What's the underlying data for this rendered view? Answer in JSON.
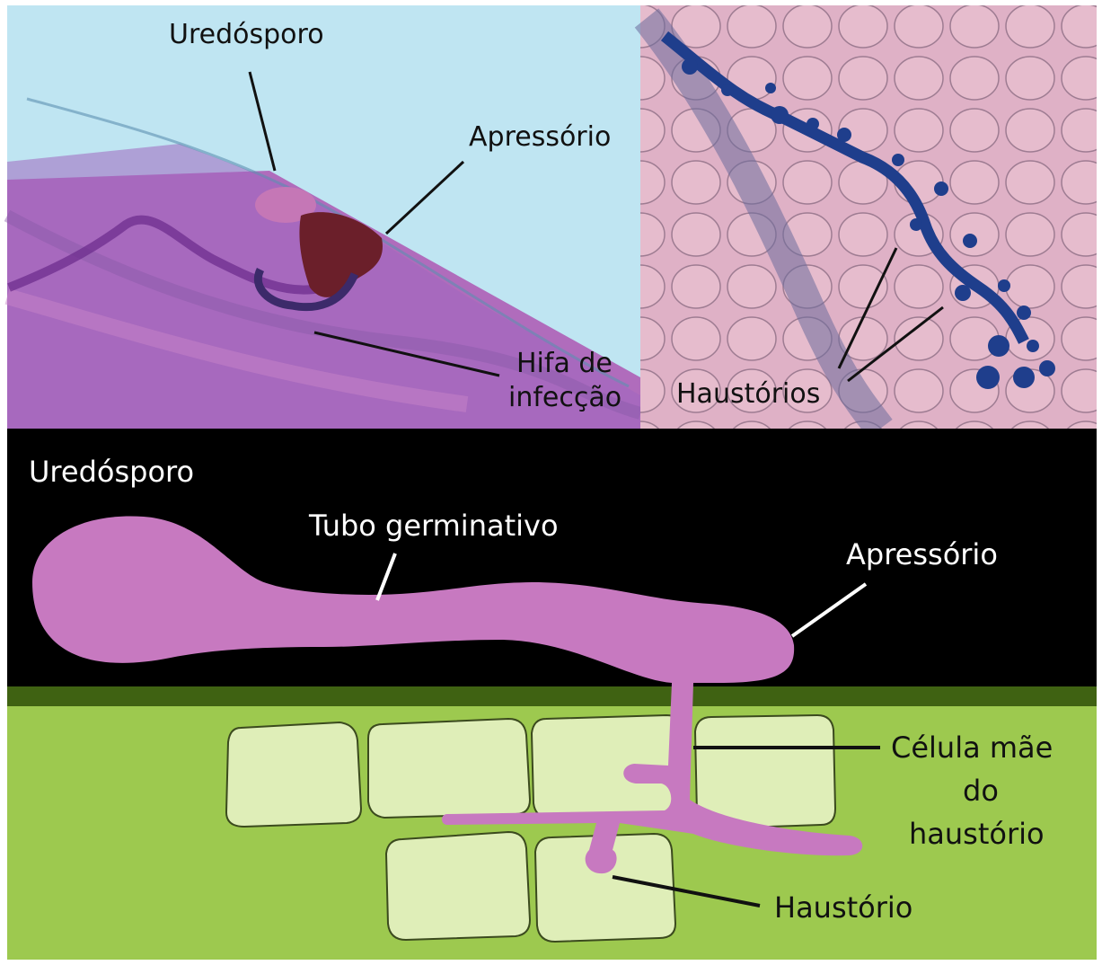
{
  "photo_left": {
    "labels": {
      "uredosporo": "Uredósporo",
      "apressorio": "Apressório",
      "hifa_line1": "Hifa de",
      "hifa_line2": "infecção"
    }
  },
  "photo_right": {
    "labels": {
      "haustorios": "Haustórios"
    }
  },
  "diagram": {
    "labels": {
      "uredosporo": "Uredósporo",
      "tubo_germinativo": "Tubo germinativo",
      "apressorio": "Apressório",
      "celula_line1": "Célula mãe",
      "celula_line2": "do",
      "celula_line3": "haustório",
      "haustorio": "Haustório"
    },
    "colors": {
      "background_top": "#000000",
      "leaf_surface": "#3f6212",
      "leaf_tissue": "#9dc94f",
      "cell_fill": "#dfeeb8",
      "fungus_fill": "#c779c0"
    }
  }
}
